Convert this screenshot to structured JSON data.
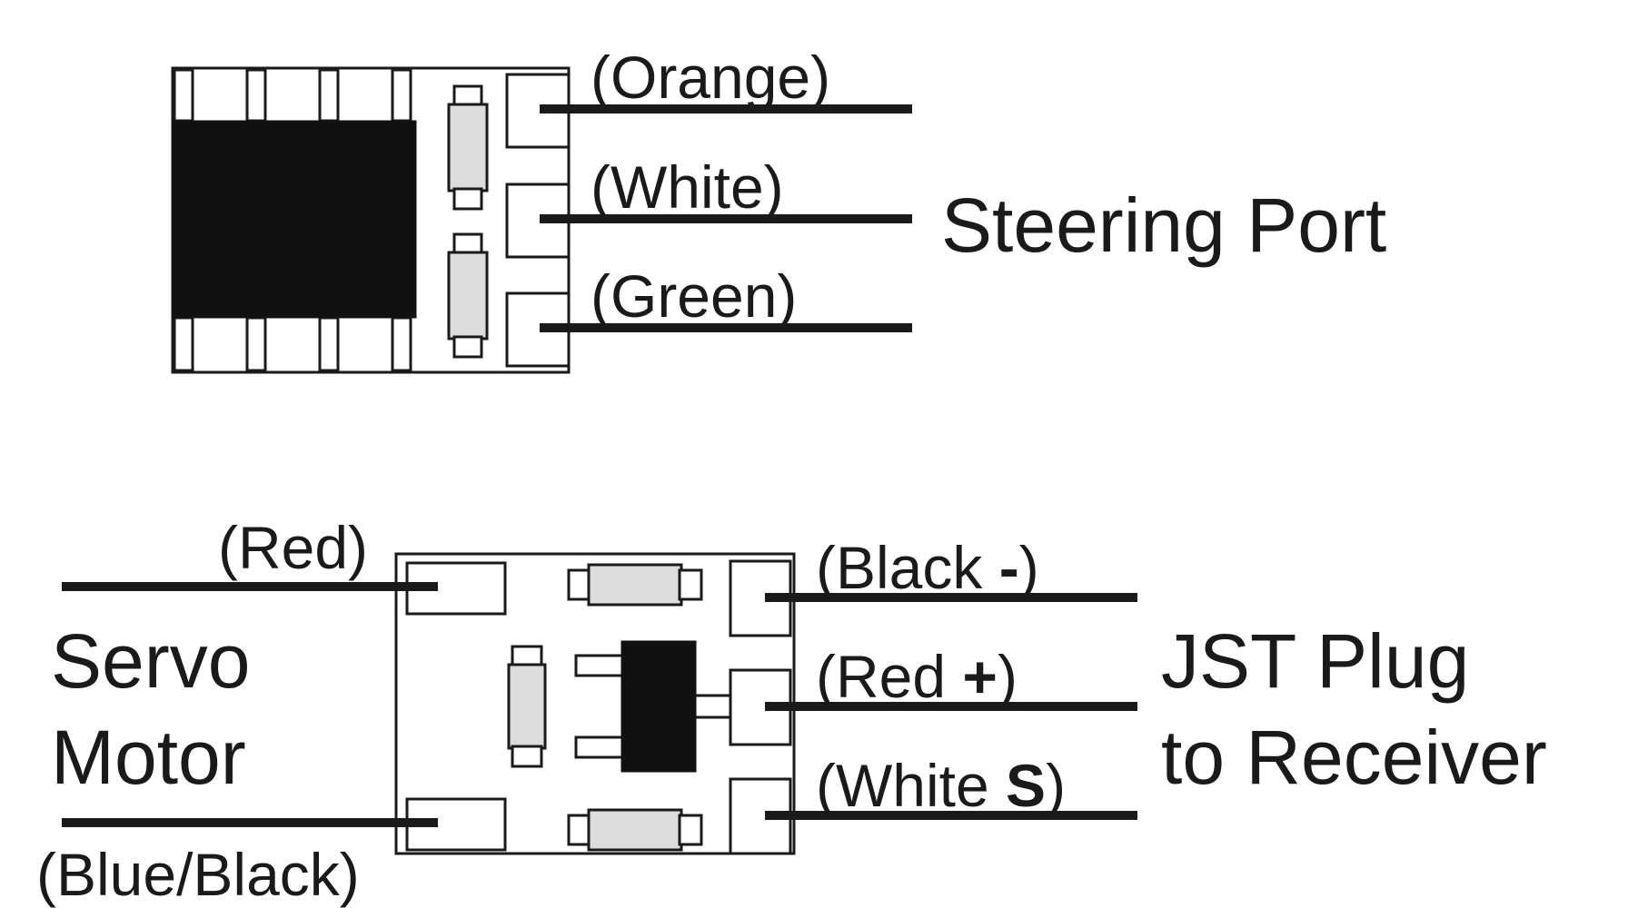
{
  "colors": {
    "ink": "#1a1a1a",
    "component_fill": "#dcdcdc",
    "board": "#ffffff"
  },
  "top_board": {
    "label": "Steering Port",
    "wires": [
      "(Orange)",
      "(White)",
      "(Green)"
    ]
  },
  "bottom_board": {
    "left_label": [
      "Servo",
      "Motor"
    ],
    "left_wires": [
      "(Red)",
      "(Blue/Black)"
    ],
    "right_label": [
      "JST Plug",
      "to Receiver"
    ],
    "right_wires": [
      {
        "text": "(Black ",
        "sym": "-",
        "close": ")"
      },
      {
        "text": "(Red ",
        "sym": "+",
        "close": ")"
      },
      {
        "text": "(White ",
        "sym": "S",
        "close": ")"
      }
    ]
  }
}
